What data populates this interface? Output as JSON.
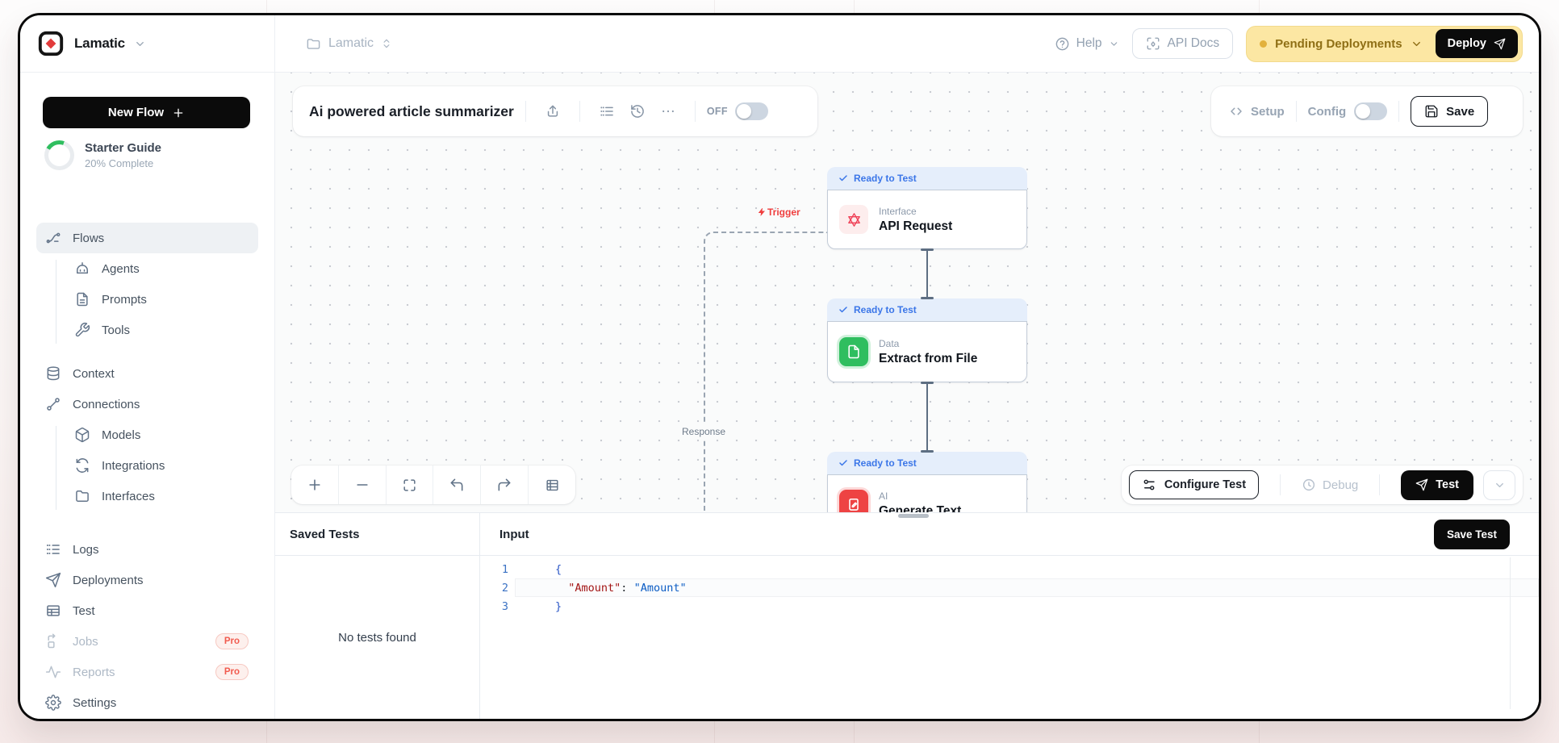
{
  "topbar": {
    "brand": "Lamatic",
    "workspace": "Lamatic",
    "help": "Help",
    "api_docs": "API Docs",
    "pending_deployments": "Pending Deployments",
    "deploy": "Deploy"
  },
  "sidebar": {
    "new_flow": "New Flow",
    "starter_guide": {
      "title": "Starter Guide",
      "subtitle": "20% Complete",
      "percent": 20
    },
    "items": [
      {
        "label": "Flows",
        "icon": "flows-icon",
        "active": true
      },
      {
        "label": "Agents",
        "icon": "agents-icon",
        "child": true
      },
      {
        "label": "Prompts",
        "icon": "prompts-icon",
        "child": true
      },
      {
        "label": "Tools",
        "icon": "tools-icon",
        "child": true
      },
      {
        "label": "Context",
        "icon": "context-icon"
      },
      {
        "label": "Connections",
        "icon": "connections-icon"
      },
      {
        "label": "Models",
        "icon": "models-icon",
        "child": true
      },
      {
        "label": "Integrations",
        "icon": "integrations-icon",
        "child": true
      },
      {
        "label": "Interfaces",
        "icon": "interfaces-icon",
        "child": true
      },
      {
        "label": "Logs",
        "icon": "logs-icon"
      },
      {
        "label": "Deployments",
        "icon": "deployments-icon"
      },
      {
        "label": "Test",
        "icon": "test-icon"
      },
      {
        "label": "Jobs",
        "icon": "jobs-icon",
        "disabled": true,
        "badge": "Pro"
      },
      {
        "label": "Reports",
        "icon": "reports-icon",
        "disabled": true,
        "badge": "Pro"
      },
      {
        "label": "Settings",
        "icon": "settings-icon"
      }
    ]
  },
  "flow_header": {
    "title": "Ai powered article summarizer",
    "toggle_label": "OFF",
    "toggle_on": false
  },
  "config_bar": {
    "setup": "Setup",
    "config": "Config",
    "save": "Save",
    "config_on": false
  },
  "canvas": {
    "trigger_label": "Trigger",
    "response_label": "Response",
    "nodes": [
      {
        "status": "Ready to Test",
        "category": "Interface",
        "title": "API Request",
        "icon": "interface-node-icon",
        "icon_color": "#ef4056",
        "icon_bg": "#fdeded"
      },
      {
        "status": "Ready to Test",
        "category": "Data",
        "title": "Extract from File",
        "icon": "data-node-icon",
        "icon_color": "#ffffff",
        "icon_bg": "#2fbe5f"
      },
      {
        "status": "Ready to Test",
        "category": "AI",
        "title": "Generate Text",
        "icon": "ai-node-icon",
        "icon_color": "#ffffff",
        "icon_bg": "#ee4343"
      }
    ]
  },
  "test_toolbar": {
    "configure": "Configure Test",
    "debug": "Debug",
    "test": "Test"
  },
  "bottom_panel": {
    "saved_tests_title": "Saved Tests",
    "input_title": "Input",
    "save_test": "Save Test",
    "empty_message": "No tests found",
    "editor": {
      "lines": [
        {
          "number": "1",
          "content": [
            {
              "text": "{",
              "type": "brace"
            }
          ]
        },
        {
          "number": "2",
          "active": true,
          "content": [
            {
              "text": "  ",
              "type": "plain"
            },
            {
              "text": "\"Amount\"",
              "type": "key"
            },
            {
              "text": ": ",
              "type": "plain"
            },
            {
              "text": "\"Amount\"",
              "type": "string"
            }
          ]
        },
        {
          "number": "3",
          "content": [
            {
              "text": "}",
              "type": "brace"
            }
          ]
        }
      ]
    }
  },
  "colors": {
    "accent_yellow": "#fce7a3",
    "button_black": "#0b0b0b",
    "status_blue": "#3b76e8",
    "node_green": "#2fbe5f",
    "node_red": "#ee4343",
    "node_pink": "#ef4056",
    "pro_red": "#f15b4f"
  }
}
